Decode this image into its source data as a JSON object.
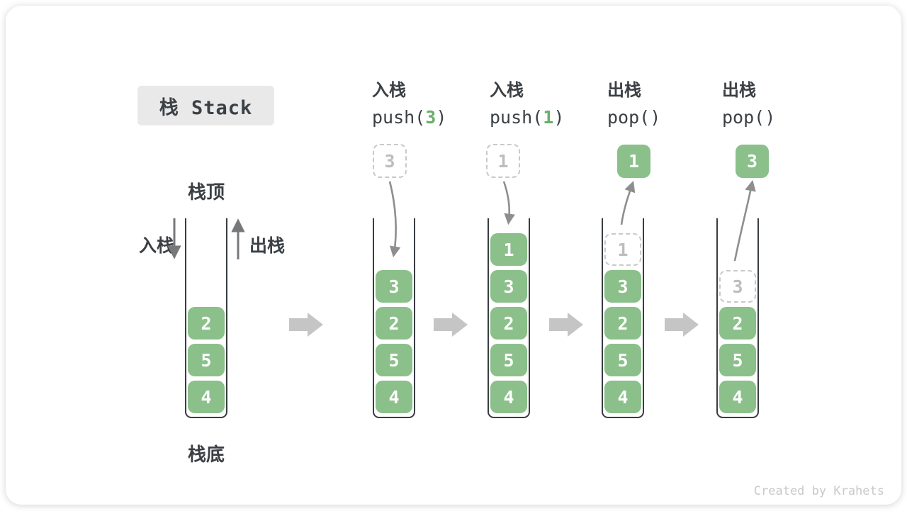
{
  "title_badge": "栈 Stack",
  "credit": "Created by Krahets",
  "anatomy": {
    "stack_top": "栈顶",
    "stack_bottom": "栈底",
    "push": "入栈",
    "pop": "出栈"
  },
  "operations": [
    {
      "name": "入栈",
      "code_pre": "push(",
      "code_arg": "3",
      "code_post": ")"
    },
    {
      "name": "入栈",
      "code_pre": "push(",
      "code_arg": "1",
      "code_post": ")"
    },
    {
      "name": "出栈",
      "code_pre": "pop()",
      "code_arg": "",
      "code_post": ""
    },
    {
      "name": "出栈",
      "code_pre": "pop()",
      "code_arg": "",
      "code_post": ""
    }
  ],
  "stacks": [
    {
      "cells": [
        {
          "value": "2"
        },
        {
          "value": "5"
        },
        {
          "value": "4"
        }
      ]
    },
    {
      "floating": {
        "value": "3",
        "style": "dashed"
      },
      "cells": [
        {
          "value": "3"
        },
        {
          "value": "2"
        },
        {
          "value": "5"
        },
        {
          "value": "4"
        }
      ]
    },
    {
      "floating": {
        "value": "1",
        "style": "dashed"
      },
      "cells": [
        {
          "value": "1"
        },
        {
          "value": "3"
        },
        {
          "value": "2"
        },
        {
          "value": "5"
        },
        {
          "value": "4"
        }
      ]
    },
    {
      "floating": {
        "value": "1",
        "style": "solid"
      },
      "cells": [
        {
          "value": "1",
          "style": "dashed"
        },
        {
          "value": "3"
        },
        {
          "value": "2"
        },
        {
          "value": "5"
        },
        {
          "value": "4"
        }
      ]
    },
    {
      "floating": {
        "value": "3",
        "style": "solid"
      },
      "cells": [
        {
          "value": "3",
          "style": "dashed"
        },
        {
          "value": "2"
        },
        {
          "value": "5"
        },
        {
          "value": "4"
        }
      ]
    }
  ],
  "colors": {
    "cell_green": "#8BC08B",
    "code_arg_green": "#69AE69",
    "dashed_border_gray": "#C9C9C9",
    "flow_arrow_gray": "#C5C5C5",
    "curve_arrow_gray": "#8E8E8E",
    "straight_arrow_gray": "#76787B",
    "container_wall_dark": "#383D42",
    "badge_bg": "#E9E9E9",
    "text_dark": "#3B4045",
    "credit_gray": "#C9C9C9"
  }
}
